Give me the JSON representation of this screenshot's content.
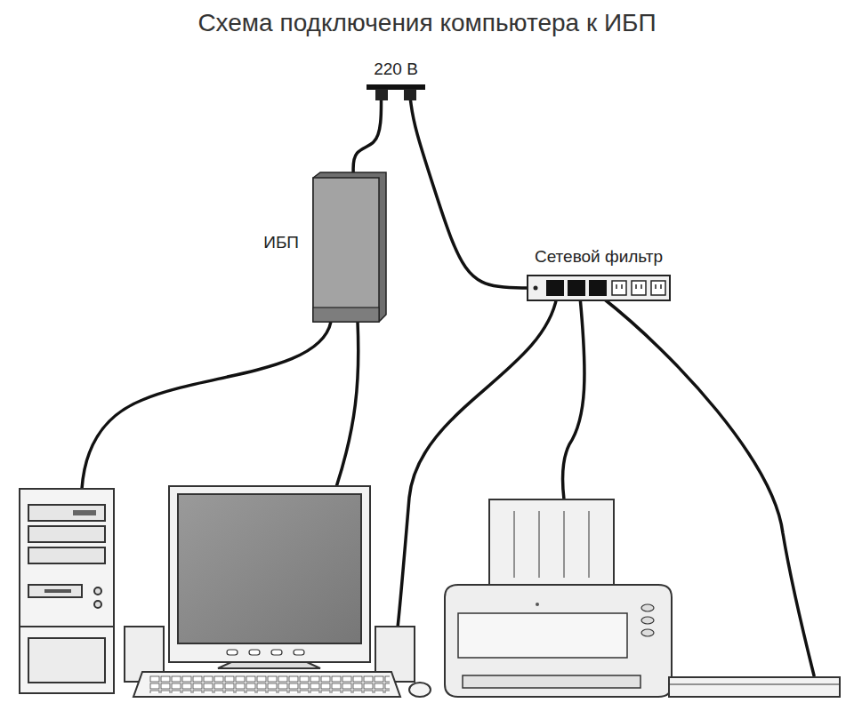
{
  "diagram": {
    "title": "Схема подключения компьютера к ИБП",
    "nodes": [
      {
        "text": [
          "220 В"
        ]
      },
      {
        "text": [
          "ИБП"
        ]
      },
      {
        "text": [
          "Сетевой фильтр"
        ]
      }
    ],
    "edges": [
      {
        "from": 0,
        "to": 1,
        "arrow": "none"
      },
      {
        "from": 0,
        "to": 2,
        "arrow": "none"
      }
    ]
  }
}
